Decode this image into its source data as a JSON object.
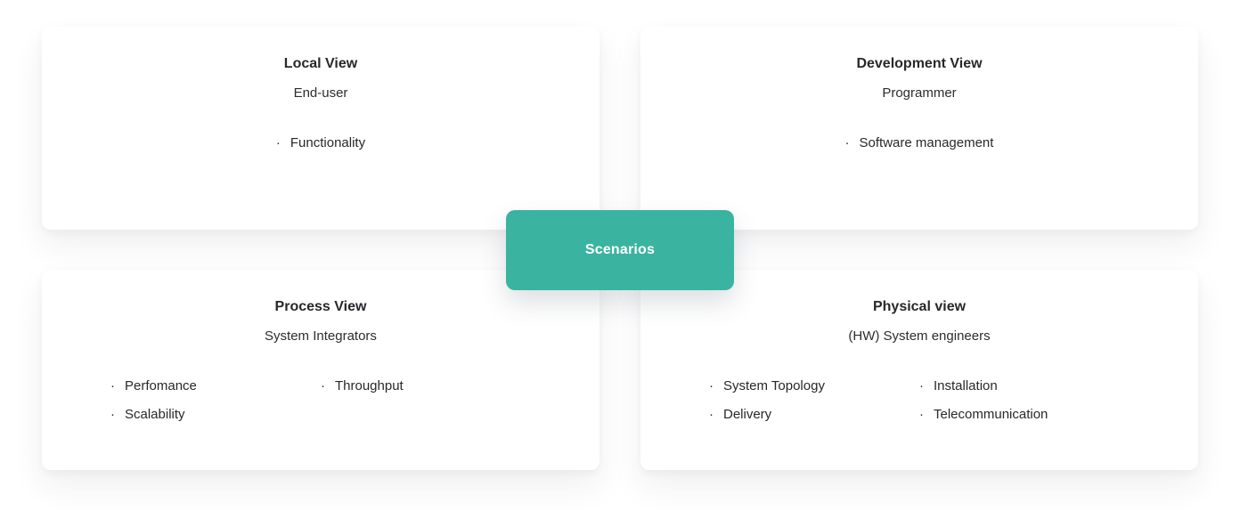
{
  "ui": {
    "bullet_char": "·"
  },
  "colors": {
    "accent": "#3ab4a0",
    "text": "#26282b",
    "card_background": "#ffffff",
    "page_background": "#ffffff",
    "button_text": "#ffffff"
  },
  "center_button": {
    "label": "Scenarios"
  },
  "cards": [
    {
      "title": "Local View",
      "audience": "End-user",
      "bullets": [
        "Functionality"
      ]
    },
    {
      "title": "Development View",
      "audience": "Programmer",
      "bullets": [
        "Software management"
      ]
    },
    {
      "title": "Process View",
      "audience": "System Integrators",
      "bullets": [
        "Perfomance",
        "Throughput",
        "Scalability"
      ]
    },
    {
      "title": "Physical view",
      "audience": "(HW) System engineers",
      "bullets": [
        "System Topology",
        "Installation",
        "Delivery",
        "Telecommunication"
      ]
    }
  ]
}
